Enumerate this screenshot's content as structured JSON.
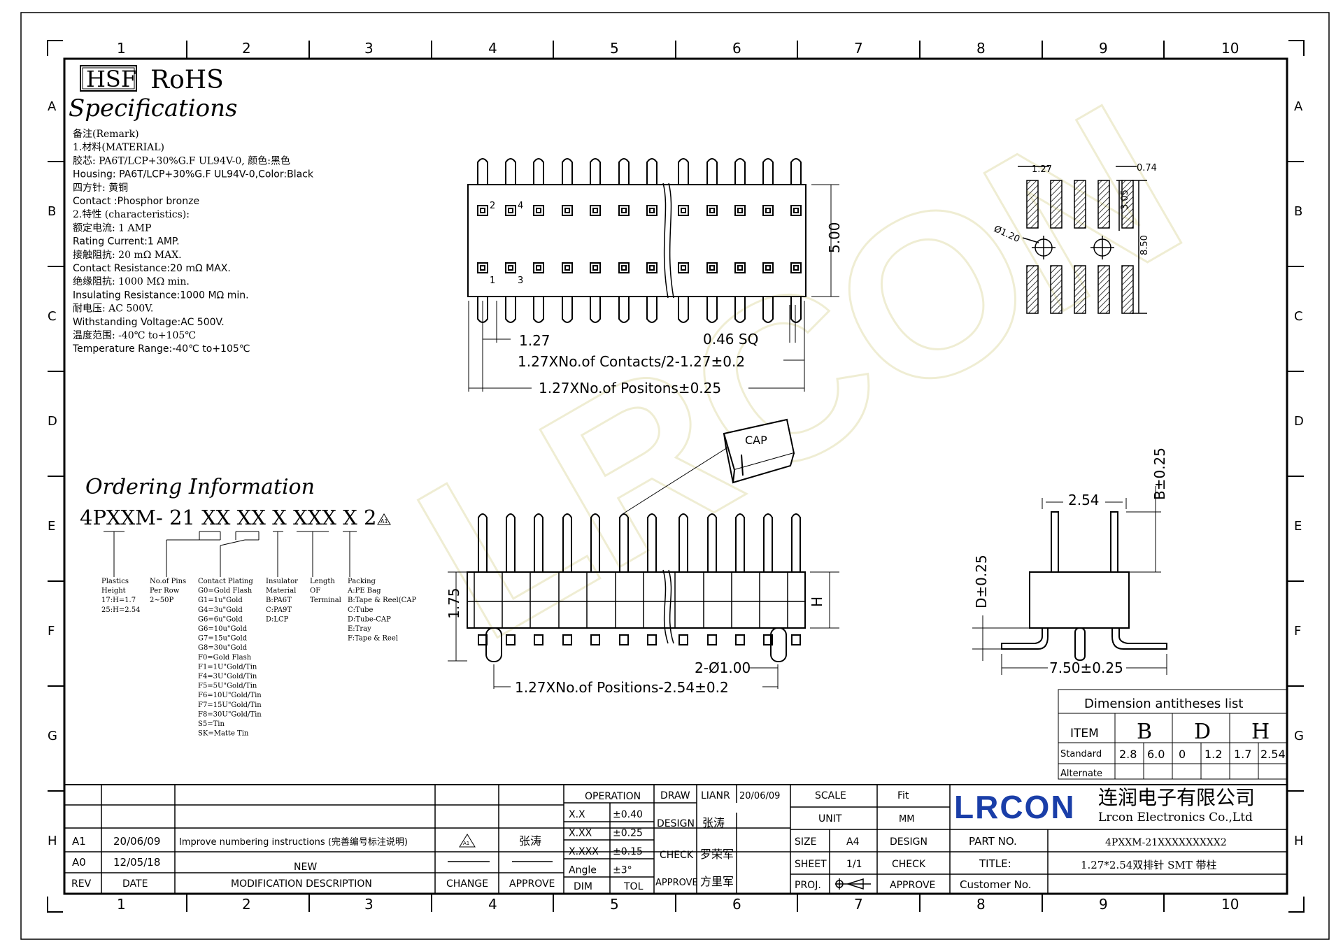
{
  "frame": {
    "columns": [
      "1",
      "2",
      "3",
      "4",
      "5",
      "6",
      "7",
      "8",
      "9",
      "10"
    ],
    "rows": [
      "A",
      "B",
      "C",
      "D",
      "E",
      "F",
      "G",
      "H"
    ]
  },
  "header": {
    "hsf": "HSF",
    "rohs": "RoHS",
    "specifications": "Specifications"
  },
  "remarks": [
    "备注(Remark)",
    "1.材料(MATERIAL)",
    "胶芯: PA6T/LCP+30%G.F UL94V-0, 颜色:黑色",
    "Housing: PA6T/LCP+30%G.F UL94V-0,Color:Black",
    "四方针: 黄铜",
    "Contact :Phosphor bronze",
    "2.特性 (characteristics):",
    "额定电流: 1 AMP",
    "Rating Current:1 AMP.",
    "接触阻抗: 20 mΩ MAX.",
    "Contact Resistance:20 mΩ MAX.",
    "绝缘阻抗: 1000 MΩ min.",
    "Insulating Resistance:1000 MΩ  min.",
    "耐电压: AC 500V.",
    "Withstanding Voltage:AC 500V.",
    "温度范围: -40℃ to+105℃",
    "Temperature Range:-40℃ to+105℃"
  ],
  "top_view": {
    "pin_labels_top": [
      "2",
      "4"
    ],
    "pin_labels_bottom": [
      "1",
      "3"
    ],
    "dim_height": "5.00",
    "dim_pitch": "1.27",
    "dim_pin": "0.46 SQ",
    "dim_contacts": "1.27XNo.of Contacts/2-1.27±0.2",
    "dim_positions": "1.27XNo.of Positons±0.25"
  },
  "pcb_layout": {
    "dim_pitch": "1.27",
    "dim_pad_width": "0.74",
    "dim_hole": "Ø1.20",
    "dim_row": "3.05",
    "dim_total": "8.50"
  },
  "cap_label": "CAP",
  "front_view": {
    "dim_height": "1.75",
    "dim_h": "H",
    "dim_peg": "2-Ø1.00",
    "dim_positions": "1.27XNo.of Positions-2.54±0.2"
  },
  "side_view": {
    "dim_pitch": "2.54",
    "dim_b": "B±0.25",
    "dim_d": "D±0.25",
    "dim_width": "7.50±0.25"
  },
  "ordering": {
    "title": "Ordering Information",
    "part_code": "4PXXM- 21 XX XX X XXX X 2",
    "revision_mark": "A1",
    "legends": [
      {
        "lines": [
          "Plastics",
          "Height",
          "17:H=1.7",
          "25:H=2.54"
        ]
      },
      {
        "lines": [
          "No.of Pins",
          "Per Row",
          "2~50P"
        ]
      },
      {
        "lines": [
          "Contact Plating",
          "G0=Gold Flash",
          "G1=1u\"Gold",
          "G4=3u\"Gold",
          "G6=6u\"Gold",
          "G6=10u\"Gold",
          "G7=15u\"Gold",
          "G8=30u\"Gold",
          "F0=Gold Flash",
          "F1=1U\"Gold/Tin",
          "F4=3U\"Gold/Tin",
          "F5=5U\"Gold/Tin",
          "F6=10U\"Gold/Tin",
          "F7=15U\"Gold/Tin",
          "F8=30U\"Gold/Tin",
          "S5=Tin",
          "SK=Matte Tin"
        ]
      },
      {
        "lines": [
          "Insulator",
          "Material",
          "B:PA6T",
          "C:PA9T",
          "D:LCP"
        ]
      },
      {
        "lines": [
          "Length",
          "OF",
          "Terminal"
        ]
      },
      {
        "lines": [
          "Packing",
          "A:PE Bag",
          "B:Tape & Reel(CAP",
          "C:Tube",
          "D:Tube-CAP",
          "E:Tray",
          "F:Tape & Reel"
        ]
      }
    ]
  },
  "dimension_table": {
    "title": "Dimension antitheses list",
    "item_label": "ITEM",
    "headers": [
      "B",
      "D",
      "H"
    ],
    "standard_label": "Standard",
    "standard_values": [
      "2.8",
      "6.0",
      "0",
      "1.2",
      "1.7",
      "2.54"
    ],
    "alternate_label": "Alternate"
  },
  "title_block": {
    "revisions": [
      {
        "rev": "A1",
        "date": "20/06/09",
        "desc": "Improve numbering instructions (完善编号标注说明)",
        "change": "A1",
        "approve": "张涛"
      },
      {
        "rev": "A0",
        "date": "12/05/18",
        "desc": "NEW",
        "change": "",
        "approve": ""
      }
    ],
    "rev_header": {
      "rev": "REV",
      "date": "DATE",
      "desc": "MODIFICATION DESCRIPTION",
      "change": "CHANGE",
      "approve": "APPROVE"
    },
    "operation": "OPERATION",
    "tolerances": [
      {
        "dim": "X.X",
        "tol": "±0.40"
      },
      {
        "dim": "X.XX",
        "tol": "±0.25"
      },
      {
        "dim": "X.XXX",
        "tol": "±0.15"
      },
      {
        "dim": "Angle",
        "tol": "±3°"
      }
    ],
    "dim_label": "DIM",
    "tol_label": "TOL",
    "draw": "DRAW",
    "draw_name": "LIANR",
    "draw_date": "20/06/09",
    "design": "DESIGN",
    "design_name": "张涛",
    "check": "CHECK",
    "check_name": "罗荣军",
    "approve": "APPROVE",
    "approve_name": "方里军",
    "scale": "SCALE",
    "scale_val": "Fit",
    "unit": "UNIT",
    "unit_val": "MM",
    "size": "SIZE",
    "size_val": "A4",
    "sheet": "SHEET",
    "sheet_val": "1/1",
    "proj": "PROJ.",
    "design2": "DESIGN",
    "check2": "CHECK",
    "approve2": "APPROVE",
    "company_logo": "LRCON",
    "company_cn": "连润电子有限公司",
    "company_en": "Lrcon Electronics Co.,Ltd",
    "part_no_label": "PART NO.",
    "part_no": "4PXXM-21XXXXXXXXX2",
    "title_label": "TITLE:",
    "title_val": "1.27*2.54双排针 SMT 带柱",
    "customer_no_label": "Customer No."
  },
  "watermark": "LRCON"
}
